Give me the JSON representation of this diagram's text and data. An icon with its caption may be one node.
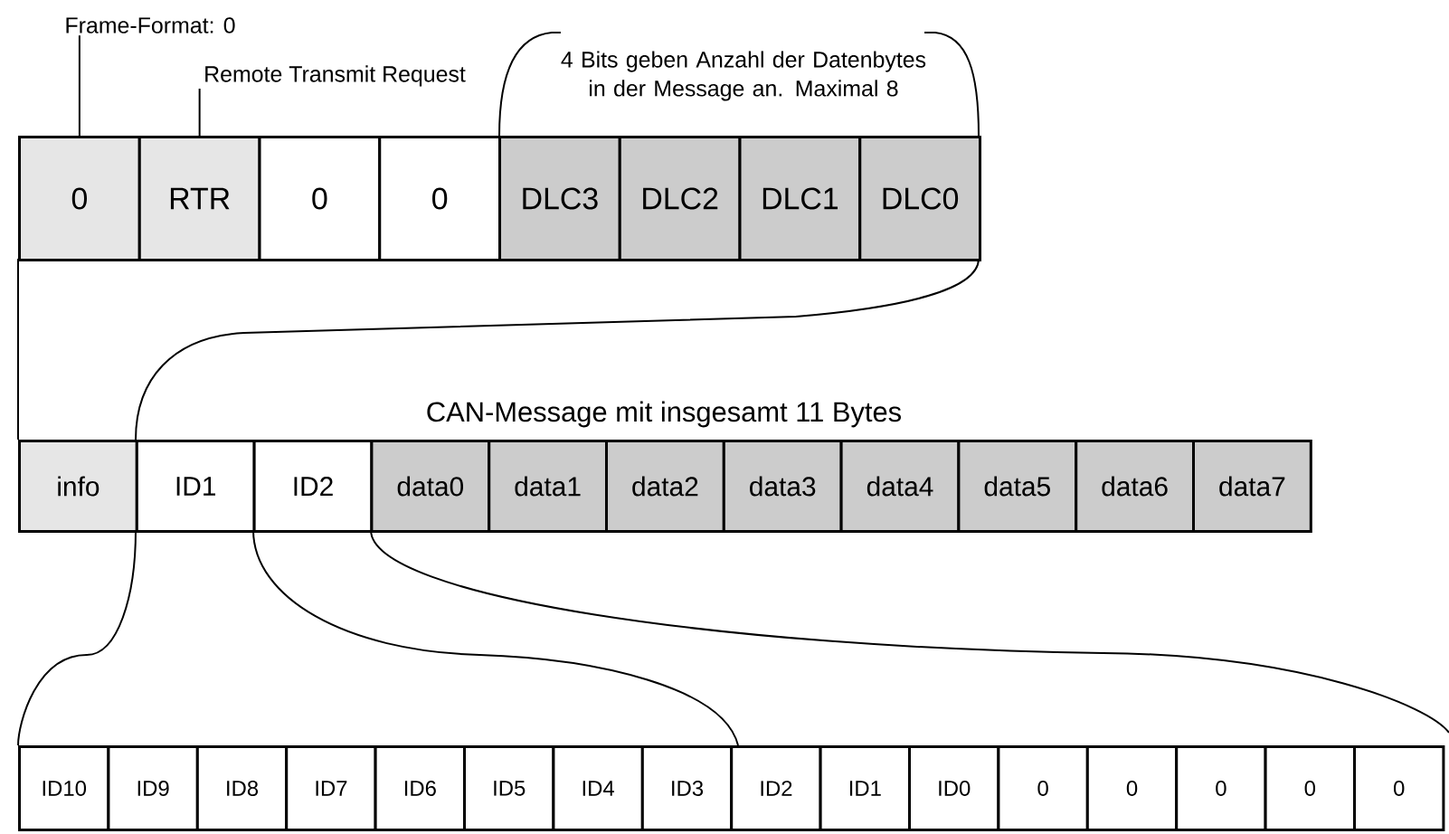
{
  "diagram": {
    "nodes": [
      {
        "text": [
          "Frame-Format: 0"
        ]
      },
      {
        "text": [
          "Remote Transmit Request"
        ]
      },
      {
        "text": [
          "0"
        ]
      },
      {
        "text": [
          "RTR"
        ]
      },
      {
        "text": [
          "0"
        ]
      },
      {
        "text": [
          "0"
        ]
      },
      {
        "text": [
          "DLC3"
        ]
      },
      {
        "text": [
          "DLC2"
        ]
      },
      {
        "text": [
          "DLC1"
        ]
      },
      {
        "text": [
          "DLC0"
        ]
      },
      {
        "text": [
          "info"
        ]
      },
      {
        "text": [
          "ID1"
        ]
      },
      {
        "text": [
          "ID2"
        ]
      },
      {
        "text": [
          "data0"
        ]
      },
      {
        "text": [
          "data1"
        ]
      },
      {
        "text": [
          "data2"
        ]
      },
      {
        "text": [
          "data3"
        ]
      },
      {
        "text": [
          "data4"
        ]
      },
      {
        "text": [
          "data5"
        ]
      },
      {
        "text": [
          "data6"
        ]
      },
      {
        "text": [
          "data7"
        ]
      },
      {
        "text": [
          "ID10"
        ]
      },
      {
        "text": [
          "ID9"
        ]
      },
      {
        "text": [
          "ID8"
        ]
      },
      {
        "text": [
          "ID7"
        ]
      },
      {
        "text": [
          "ID6"
        ]
      },
      {
        "text": [
          "ID5"
        ]
      },
      {
        "text": [
          "ID4"
        ]
      },
      {
        "text": [
          "ID3"
        ]
      },
      {
        "text": [
          "ID2"
        ]
      },
      {
        "text": [
          "ID1"
        ]
      },
      {
        "text": [
          "ID0"
        ]
      },
      {
        "text": [
          "0"
        ]
      },
      {
        "text": [
          "0"
        ]
      },
      {
        "text": [
          "0"
        ]
      },
      {
        "text": [
          "0"
        ]
      },
      {
        "text": [
          "0"
        ]
      }
    ],
    "edges": [
      {
        "from": 0,
        "to": 2,
        "arrow": "none"
      },
      {
        "from": 1,
        "to": 3,
        "arrow": "none"
      }
    ],
    "labels": [
      "4 Bits geben Anzahl der Datenbytes in der Message an. Maximal 8",
      "CAN-Message mit insgesamt 11 Bytes"
    ]
  }
}
